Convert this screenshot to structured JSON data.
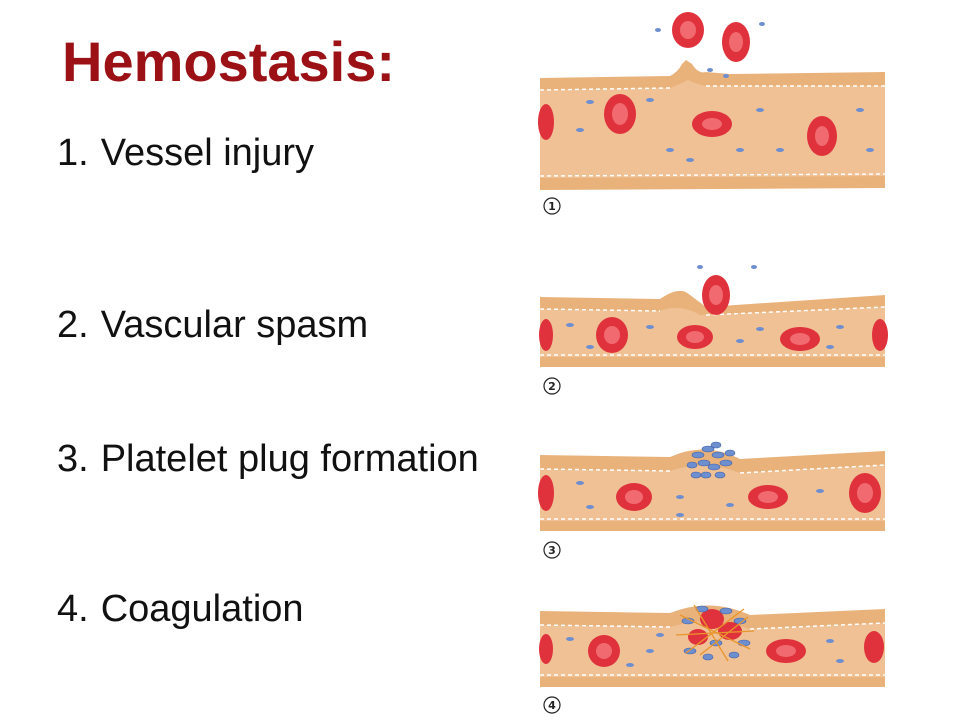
{
  "title": "Hemostasis:",
  "steps": [
    {
      "number": "1.",
      "label": "Vessel injury",
      "marker": "1"
    },
    {
      "number": "2.",
      "label": "Vascular spasm",
      "marker": "2"
    },
    {
      "number": "3.",
      "label": "Platelet plug formation",
      "marker": "3"
    },
    {
      "number": "4.",
      "label": "Coagulation",
      "marker": "4"
    }
  ],
  "colors": {
    "title": "#9b1116",
    "vessel_wall": "#e9b27a",
    "vessel_lumen": "#efc195",
    "red_blood_cell": "#e0323c",
    "platelet": "#6e8fcf",
    "fibrin": "#e8952c"
  }
}
